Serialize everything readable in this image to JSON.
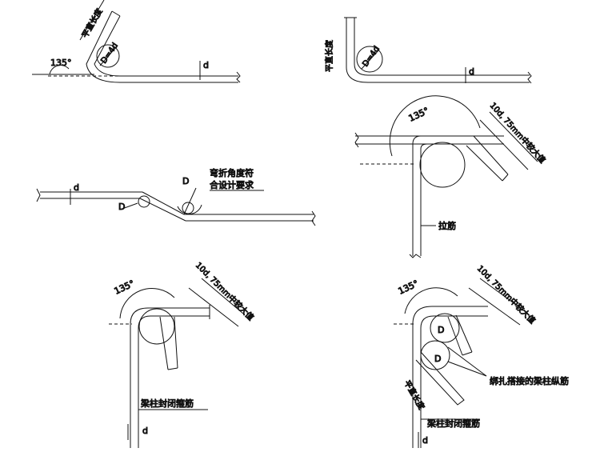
{
  "labels": {
    "straight_length": "平直长度",
    "d": "d",
    "D": "D",
    "D_eq_4d": "D=4d",
    "angle_135": "135°",
    "bend_requirement_line1": "弯折角度符",
    "bend_requirement_line2": "合设计要求",
    "max_10d_75mm": "10d, 75mm中较大值",
    "tie_bar": "拉筋",
    "closed_stirrup": "梁柱封闭箍筋",
    "lap_longitudinal": "绑扎搭接的梁柱纵筋"
  },
  "colors": {
    "stroke": "#111111",
    "background": "#ffffff"
  }
}
